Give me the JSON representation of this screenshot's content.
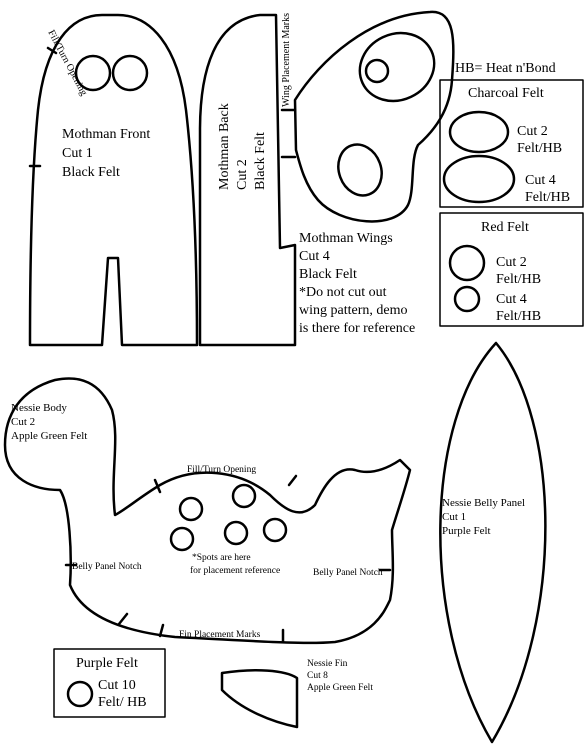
{
  "mothman_front": {
    "fill_turn_opening": "Fill/Turn Opening",
    "lines": [
      "Mothman Front",
      "Cut 1",
      "Black Felt"
    ]
  },
  "mothman_back": {
    "wing_placement_marks": "Wing Placement Marks",
    "lines": [
      "Mothman Back",
      "Cut 2",
      "Black Felt"
    ]
  },
  "mothman_wings": {
    "lines": [
      "Mothman Wings",
      "Cut 4",
      "Black Felt",
      "*Do not cut out",
      "wing pattern, demo",
      "is there for reference"
    ]
  },
  "hb_note": "HB= Heat n'Bond",
  "charcoal_box": {
    "title": "Charcoal Felt",
    "item1": [
      "Cut 2",
      "Felt/HB"
    ],
    "item2": [
      "Cut 4",
      "Felt/HB"
    ]
  },
  "red_box": {
    "title": "Red Felt",
    "item1": [
      "Cut 2",
      "Felt/HB"
    ],
    "item2": [
      "Cut 4",
      "Felt/HB"
    ]
  },
  "nessie_body": {
    "lines": [
      "Nessie Body",
      "Cut 2",
      "Apple Green Felt"
    ],
    "fill_turn_opening": "Fill/Turn Opening",
    "spots_note": [
      "*Spots are here",
      "for placement reference"
    ],
    "belly_notch_left": "Belly Panel Notch",
    "belly_notch_right": "Belly Panel Notch",
    "fin_marks": "Fin Placement Marks"
  },
  "belly_panel": {
    "lines": [
      "Nessie Belly Panel",
      "Cut 1",
      "Purple Felt"
    ]
  },
  "purple_box": {
    "title": "Purple Felt",
    "item": [
      "Cut 10",
      "Felt/ HB"
    ]
  },
  "nessie_fin": {
    "lines": [
      "Nessie Fin",
      "Cut 8",
      "Apple Green Felt"
    ]
  }
}
